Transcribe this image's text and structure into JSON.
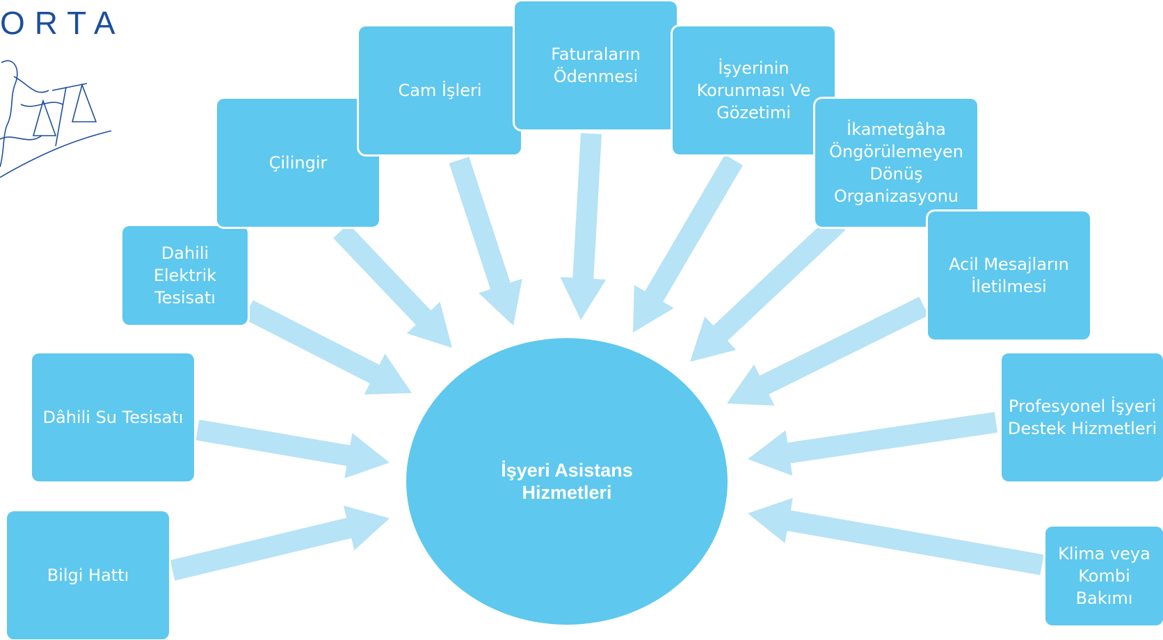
{
  "logo": {
    "text": "ORTA"
  },
  "center": {
    "label": "İşyeri Asistans\nHizmetleri"
  },
  "nodes": [
    {
      "id": "bilgi-hatti",
      "label": "Bilgi Hattı"
    },
    {
      "id": "dahili-su-tesisati",
      "label": "Dâhili Su Tesisatı"
    },
    {
      "id": "dahili-elektrik-tesisati",
      "label": "Dahili Elektrik\nTesisatı"
    },
    {
      "id": "cilingir",
      "label": "Çilingir"
    },
    {
      "id": "cam-isleri",
      "label": "Cam İşleri"
    },
    {
      "id": "faturalarin-odenmesi",
      "label": "Faturaların\nÖdenmesi"
    },
    {
      "id": "isyerinin-korunmasi",
      "label": "İşyerinin\nKorunması Ve\nGözetimi"
    },
    {
      "id": "ikametgaha-donus",
      "label": "İkametgâha\nÖngörülemeyen\nDönüş\nOrganizasyonu"
    },
    {
      "id": "acil-mesajlar",
      "label": "Acil Mesajların\nİletilmesi"
    },
    {
      "id": "profesyonel-destek",
      "label": "Profesyonel İşyeri\nDestek Hizmetleri"
    },
    {
      "id": "klima-kombi",
      "label": "Klima veya\nKombi Bakımı"
    }
  ],
  "colors": {
    "node": "#5ec8ee",
    "arrow": "#b6e3f5",
    "logo": "#1c4f9c"
  }
}
